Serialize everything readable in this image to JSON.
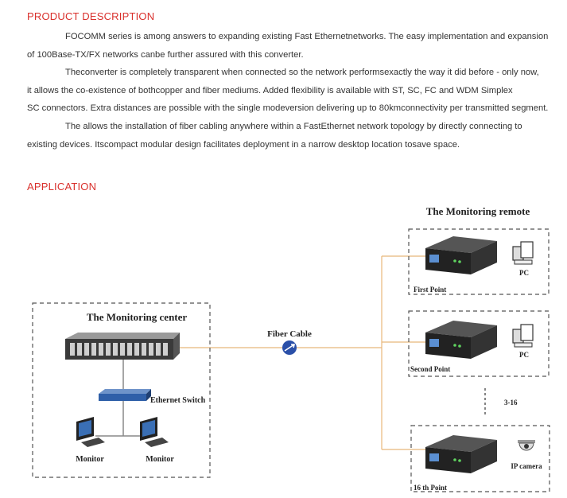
{
  "description": {
    "heading": "PRODUCT DESCRIPTION",
    "lines": [
      "FOCOMM series is among answers to expanding existing Fast Ethernetnetworks. The easy implementation and expansion",
      "of 100Base-TX/FX networks canbe further assured with this converter.",
      "Theconverter is completely transparent when connected so the network performsexactly the way it did before - only now,",
      "it allows the co-existence of bothcopper and fiber mediums. Added flexibility is available with ST, SC, FC and WDM Simplex",
      "SC connectors. Extra distances are possible with the single modeversion delivering up to 80kmconnectivity per transmitted segment.",
      "The allows the installation of fiber cabling anywhere within a FastEthernet network topology by directly connecting to",
      "existing devices. Itscompact modular design facilitates deployment in a narrow desktop location tosave space."
    ],
    "indented": [
      true,
      false,
      true,
      false,
      false,
      true,
      false
    ]
  },
  "application": {
    "heading": "APPLICATION",
    "center_title": "The Monitoring center",
    "remote_title": "The Monitoring remote",
    "switch_label": "Ethernet Switch",
    "monitor_left": "Monitor",
    "monitor_right": "Monitor",
    "fiber_label": "Fiber Cable",
    "point1_label": "First Point",
    "point2_label": "Second Point",
    "point16_label": "16 th Point",
    "pc1_label": "PC",
    "pc2_label": "PC",
    "camera_label": "IP camera",
    "range_label": "3-16",
    "colors": {
      "heading": "#d9302c",
      "fiber_line": "#e8b77a",
      "fiber_icon": "#2a4fa8",
      "dash": "#555555"
    }
  }
}
